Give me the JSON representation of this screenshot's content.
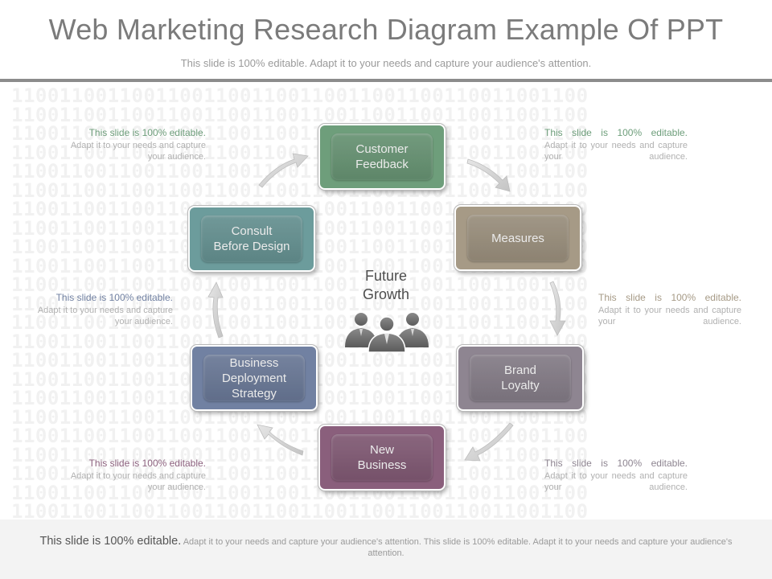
{
  "title": "Web Marketing Research Diagram Example Of PPT",
  "subtitle": "This slide is 100% editable. Adapt it to your needs and capture your audience's attention.",
  "background_pattern": "110011001100110011001100110011001100110011001100",
  "center": {
    "line1": "Future",
    "line2": "Growth",
    "icon": "people-group-icon"
  },
  "steps": [
    {
      "label1": "Customer",
      "label2": "Feedback",
      "color": "#6e9e7b"
    },
    {
      "label1": "Measures",
      "label2": "",
      "color": "#a69a86"
    },
    {
      "label1": "Brand",
      "label2": "Loyalty",
      "color": "#8e8591"
    },
    {
      "label1": "New",
      "label2": "Business",
      "color": "#8a5f7c"
    },
    {
      "label1": "Business",
      "label2": "Deployment",
      "label3": "Strategy",
      "color": "#7181a2"
    },
    {
      "label1": "Consult",
      "label2": "Before Design",
      "color": "#6c9c9c"
    }
  ],
  "notes": [
    {
      "lead": "This slide is 100% editable.",
      "body": "Adapt it to your needs and capture your audience.",
      "lead_color": "#6e9e7b"
    },
    {
      "lead": "This slide is 100% editable.",
      "body": "Adapt it to your needs and capture your audience.",
      "lead_color": "#6e9e7b"
    },
    {
      "lead": "This slide is 100% editable.",
      "body": "Adapt it to your needs and capture your audience.",
      "lead_color": "#7181a2"
    },
    {
      "lead": "This slide is 100% editable.",
      "body": "Adapt it to your needs and capture your audience.",
      "lead_color": "#a69a86"
    },
    {
      "lead": "This slide is 100% editable.",
      "body": "Adapt it to your needs and capture your audience.",
      "lead_color": "#8a5f7c"
    },
    {
      "lead": "This slide is 100% editable.",
      "body": "Adapt it to your needs and capture your audience.",
      "lead_color": "#8e8591"
    }
  ],
  "footer": {
    "lead": "This slide is 100% editable.",
    "body": "Adapt it to your needs and capture your audience's attention. This slide is 100% editable. Adapt it to your needs and capture your audience's attention."
  },
  "colors": {
    "arrow": "#d0d0d0",
    "rule": "#8c8c8c",
    "footer_bg": "#f3f3f3"
  }
}
